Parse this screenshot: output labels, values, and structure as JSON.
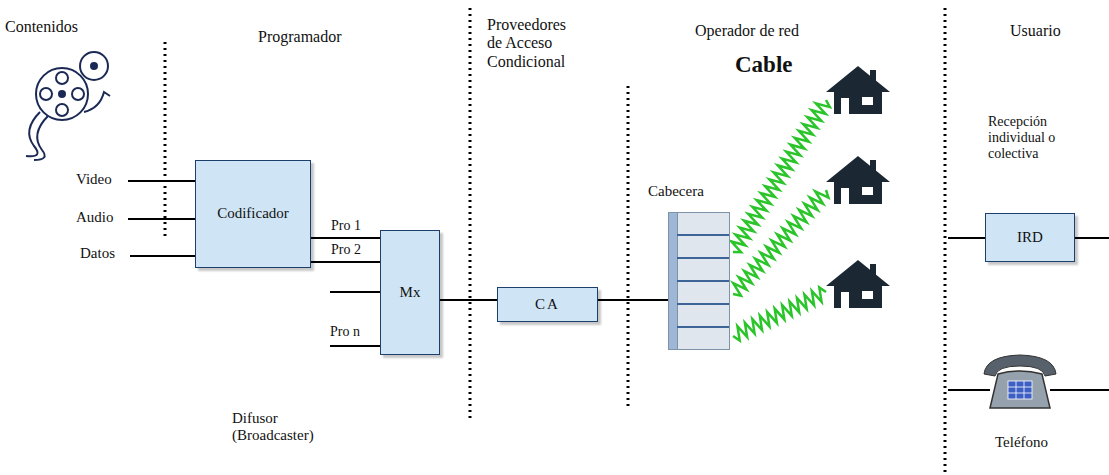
{
  "diagram": {
    "nodes": [
      {
        "text": [
          "Codificador"
        ]
      },
      {
        "text": [
          "Mx"
        ]
      },
      {
        "text": [
          "CA"
        ]
      },
      {
        "text": [
          "Cabecera"
        ]
      },
      {
        "text": [
          "IRD"
        ]
      }
    ],
    "edges": [
      {
        "from": 0,
        "to": 1,
        "arrow": "none",
        "label": "Pro 1"
      },
      {
        "from": 0,
        "to": 1,
        "arrow": "none",
        "label": "Pro 2"
      },
      {
        "from": 1,
        "to": 2,
        "arrow": "none"
      },
      {
        "from": 2,
        "to": 3,
        "arrow": "none"
      }
    ],
    "labels": [
      "Contenidos",
      "Programador",
      "Proveedores de Acceso Condicional",
      "Operador de red",
      "Cable",
      "Usuario",
      "Video",
      "Audio",
      "Datos",
      "Pro n",
      "Recepción individual o colectiva",
      "Difusor (Broadcaster)",
      "Teléfono"
    ]
  }
}
